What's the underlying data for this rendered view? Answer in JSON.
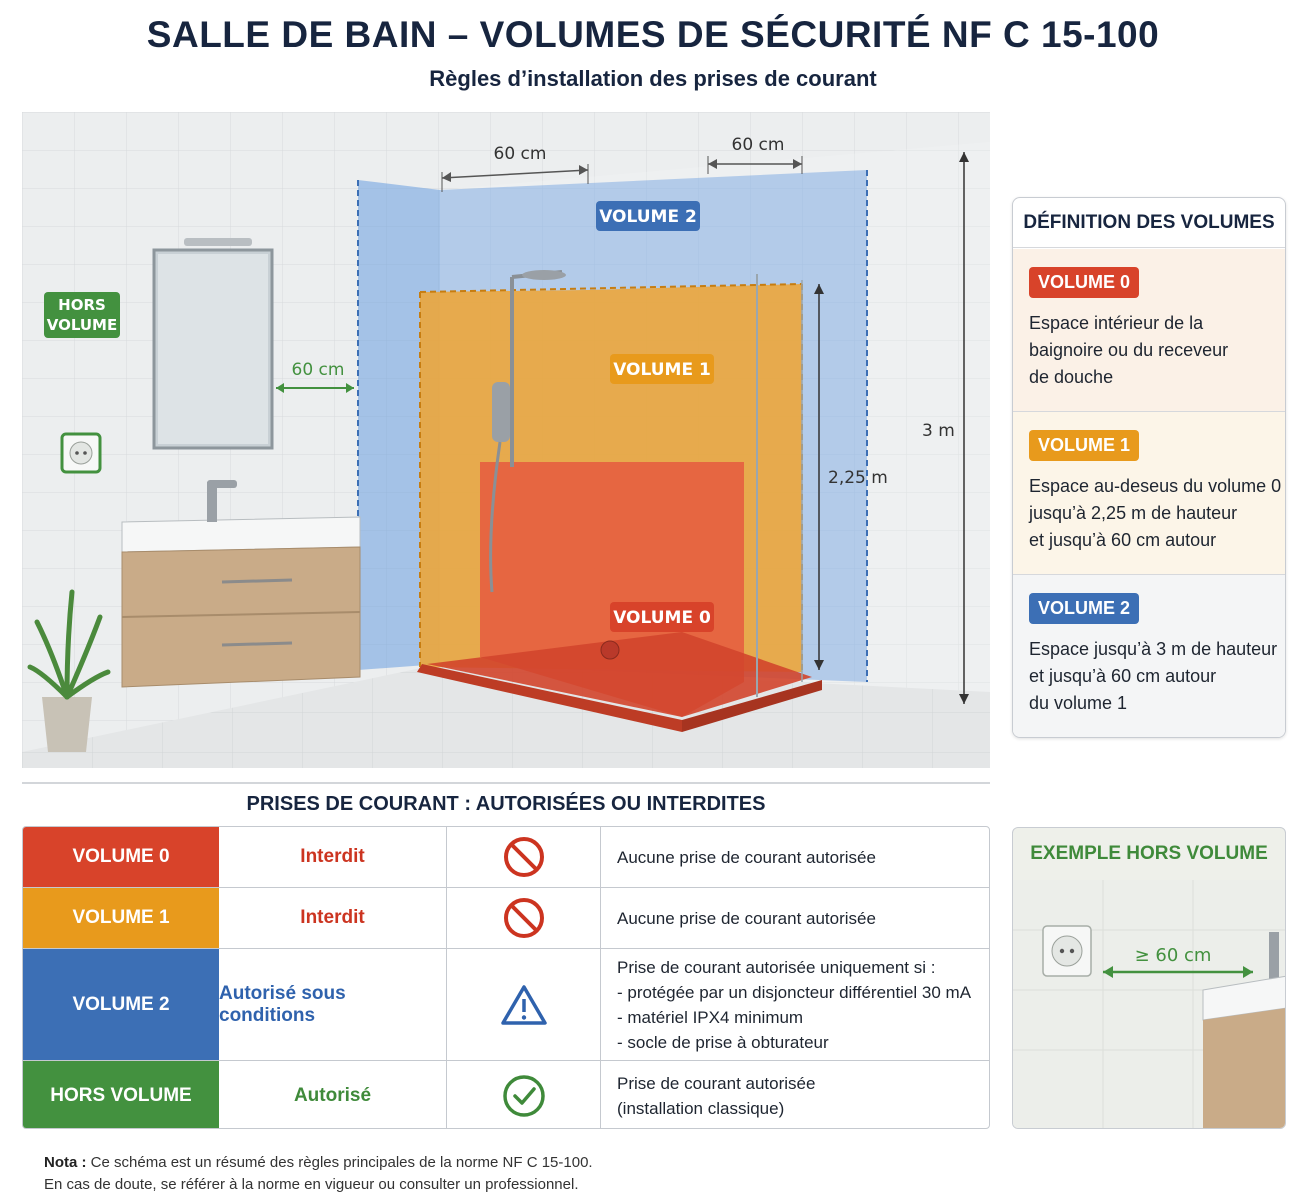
{
  "title": "SALLE DE BAIN – VOLUMES DE SÉCURITÉ NF C 15-100",
  "subtitle": "Règles d’installation des prises de courant",
  "colors": {
    "volume0": "#d8432a",
    "volume1": "#e89a1c",
    "volume2": "#3c6fb5",
    "hors_volume": "#43913f"
  },
  "scene": {
    "dim_60_left": "60 cm",
    "dim_60_top_left": "60 cm",
    "dim_60_top_right": "60 cm",
    "dim_225": "2,25 m",
    "dim_3m": "3 m",
    "tag_volume2": "VOLUME 2",
    "tag_volume1": "VOLUME 1",
    "tag_volume0": "VOLUME 0",
    "tag_hors_line1": "HORS",
    "tag_hors_line2": "VOLUME"
  },
  "definitions": {
    "title": "DÉFINITION DES VOLUMES",
    "items": [
      {
        "badge": "VOLUME 0",
        "lines": [
          "Espace intérieur de la",
          "baignoire ou du receveur",
          "de douche"
        ]
      },
      {
        "badge": "VOLUME 1",
        "lines": [
          "Espace au-deseus du volume 0",
          "jusqu’à 2,25 m de hauteur",
          "et jusqu’à 60 cm autour"
        ]
      },
      {
        "badge": "VOLUME 2",
        "lines": [
          "Espace jusqu’à 3 m de hauteur",
          "et jusqu’à 60 cm autour",
          "du volume 1"
        ]
      }
    ]
  },
  "table": {
    "title": "PRISES DE COURANT : AUTORISÉES OU INTERDITES",
    "rows": [
      {
        "volume": "VOLUME 0",
        "status": "Interdit",
        "icon": "forbidden-icon",
        "lines": [
          "Aucune prise de courant autorisée"
        ]
      },
      {
        "volume": "VOLUME 1",
        "status": "Interdit",
        "icon": "forbidden-icon",
        "lines": [
          "Aucune prise de courant autorisée"
        ]
      },
      {
        "volume": "VOLUME 2",
        "status": "Autorisé sous conditions",
        "icon": "warning-icon",
        "lines": [
          "Prise de courant autorisée uniquement si :",
          "- protégée par un disjoncteur différentiel 30 mA",
          "- matériel IPX4 minimum",
          "- socle de prise à obturateur"
        ]
      },
      {
        "volume": "HORS VOLUME",
        "status": "Autorisé",
        "icon": "check-icon",
        "lines": [
          "Prise de courant autorisée",
          "(installation classique)"
        ]
      }
    ]
  },
  "example": {
    "title": "EXEMPLE HORS VOLUME",
    "distance": "≥ 60 cm"
  },
  "note": {
    "label": "Nota :",
    "line1": " Ce schéma est un résumé des règles principales de la norme NF C 15-100.",
    "line2": "En cas de doute, se référer à la norme en vigueur ou consulter un professionnel."
  }
}
